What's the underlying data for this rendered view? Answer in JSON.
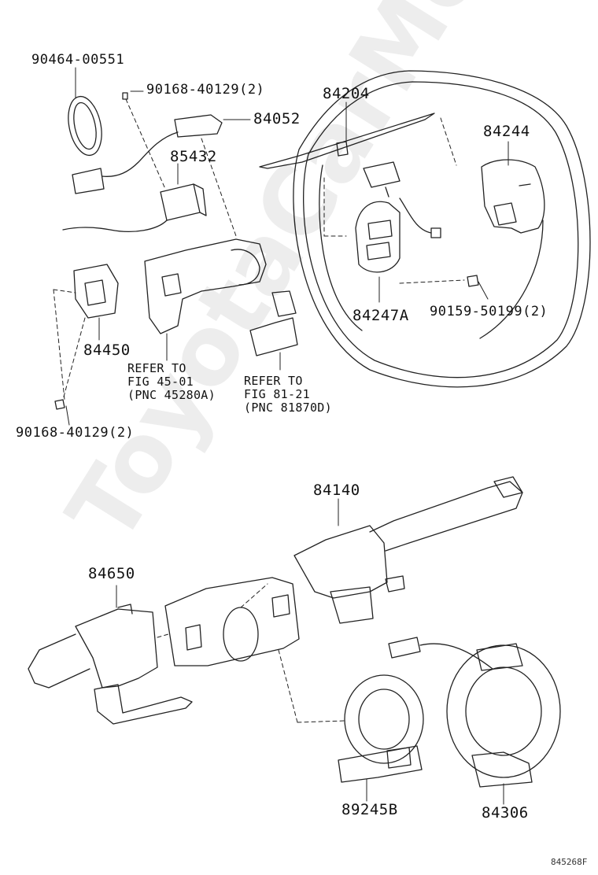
{
  "labels": {
    "p90464": "90464-00551",
    "p90168a": "90168-40129(2)",
    "p84052": "84052",
    "p84204": "84204",
    "p84244": "84244",
    "p85432": "85432",
    "p84450": "84450",
    "p84247a": "84247A",
    "p90159": "90159-50199(2)",
    "p90168b": "90168-40129(2)",
    "p84140": "84140",
    "p84650": "84650",
    "p89245b": "89245B",
    "p84306": "84306"
  },
  "refs": {
    "ref1": [
      "REFER TO",
      "FIG 45-01",
      "(PNC 45280A)"
    ],
    "ref2": [
      "REFER TO",
      "FIG 81-21",
      "(PNC 81870D)"
    ]
  },
  "watermark": "ToyotaCarMenu",
  "figure_code": "845268F"
}
